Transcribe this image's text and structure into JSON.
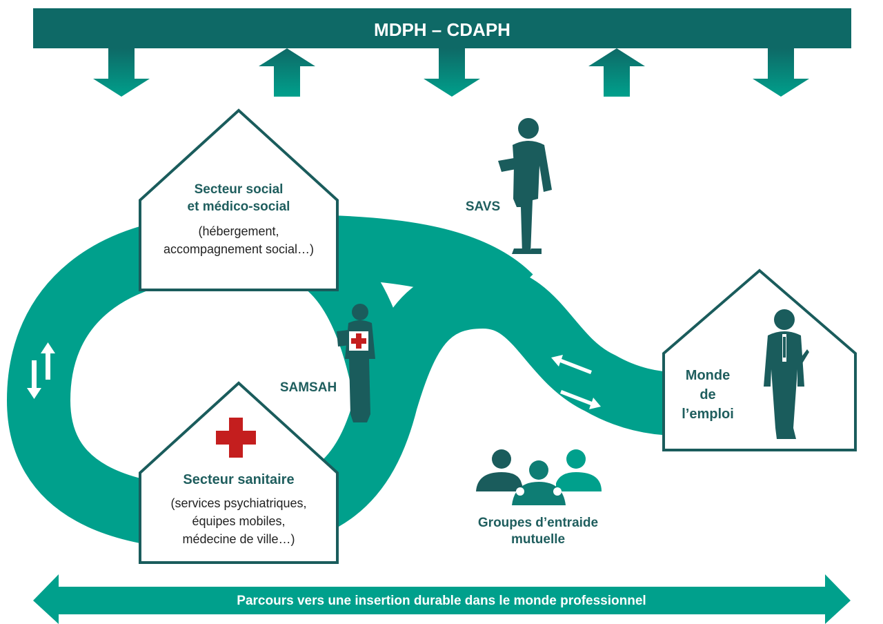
{
  "colors": {
    "banner_dark": "#0e6966",
    "teal": "#00a08c",
    "dark_teal": "#1a5c5c",
    "house_stroke": "#1a5c5c",
    "red_cross": "#c41e1e",
    "text_dark": "#222222"
  },
  "header": {
    "title": "MDPH – CDAPH"
  },
  "arrows_under_header": [
    "down",
    "up",
    "down",
    "up",
    "down"
  ],
  "houses": {
    "social": {
      "title_line1": "Secteur social",
      "title_line2": "et médico-social",
      "desc_line1": "(hébergement,",
      "desc_line2": "accompagnement social…)"
    },
    "sanitaire": {
      "title": "Secteur sanitaire",
      "desc_line1": "(services psychiatriques,",
      "desc_line2": "équipes mobiles,",
      "desc_line3": "médecine de ville…)"
    },
    "emploi": {
      "line1": "Monde",
      "line2": "de",
      "line3": "l’emploi"
    }
  },
  "actors": {
    "savs": "SAVS",
    "samsah": "SAMSAH",
    "gem_line1": "Groupes d’entraide",
    "gem_line2": "mutuelle"
  },
  "icons": [
    "person-icon",
    "nurse-icon",
    "businessman-icon",
    "red-cross-icon",
    "group-puzzle-icon",
    "exchange-arrows-icon"
  ],
  "footer": {
    "text": "Parcours vers une insertion durable dans le monde professionnel"
  }
}
